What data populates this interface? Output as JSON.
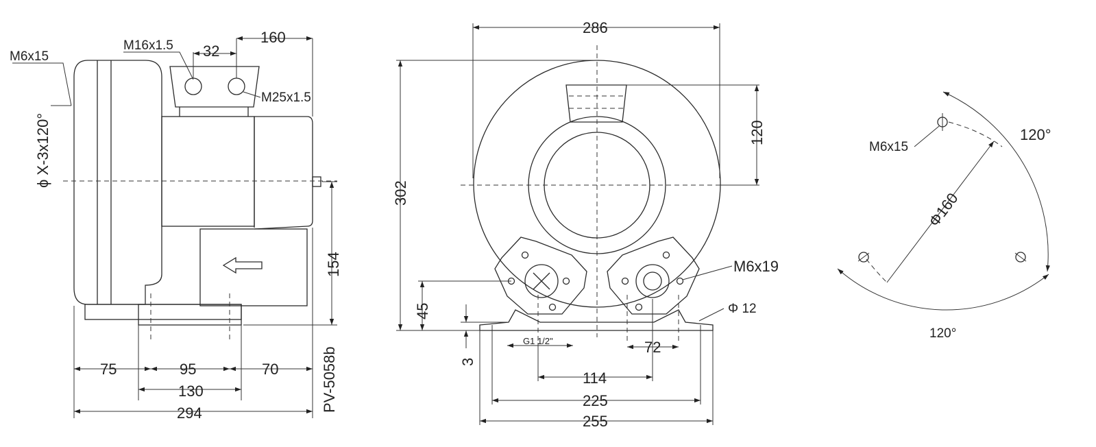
{
  "side_view": {
    "label_m6x15": "M6x15",
    "label_m16": "M16x1.5",
    "label_32": "32",
    "label_160": "160",
    "label_m25": "M25x1.5",
    "label_phi_x": "ϕ X-3x120°",
    "label_154": "154",
    "label_75": "75",
    "label_95": "95",
    "label_70": "70",
    "label_130": "130",
    "label_294": "294",
    "label_model": "PV-5058b"
  },
  "front_view": {
    "label_286": "286",
    "label_302": "302",
    "label_120": "120",
    "label_m6x19": "M6x19",
    "label_phi12": "Φ 12",
    "label_45": "45",
    "label_3": "3",
    "label_g1": "G1 1/2\"",
    "label_72": "72",
    "label_114": "114",
    "label_225": "225",
    "label_255": "255"
  },
  "flange_view": {
    "label_m6x15": "M6x15",
    "label_120_top": "120°",
    "label_phi160": "Φ160",
    "label_120_bottom": "120°"
  }
}
